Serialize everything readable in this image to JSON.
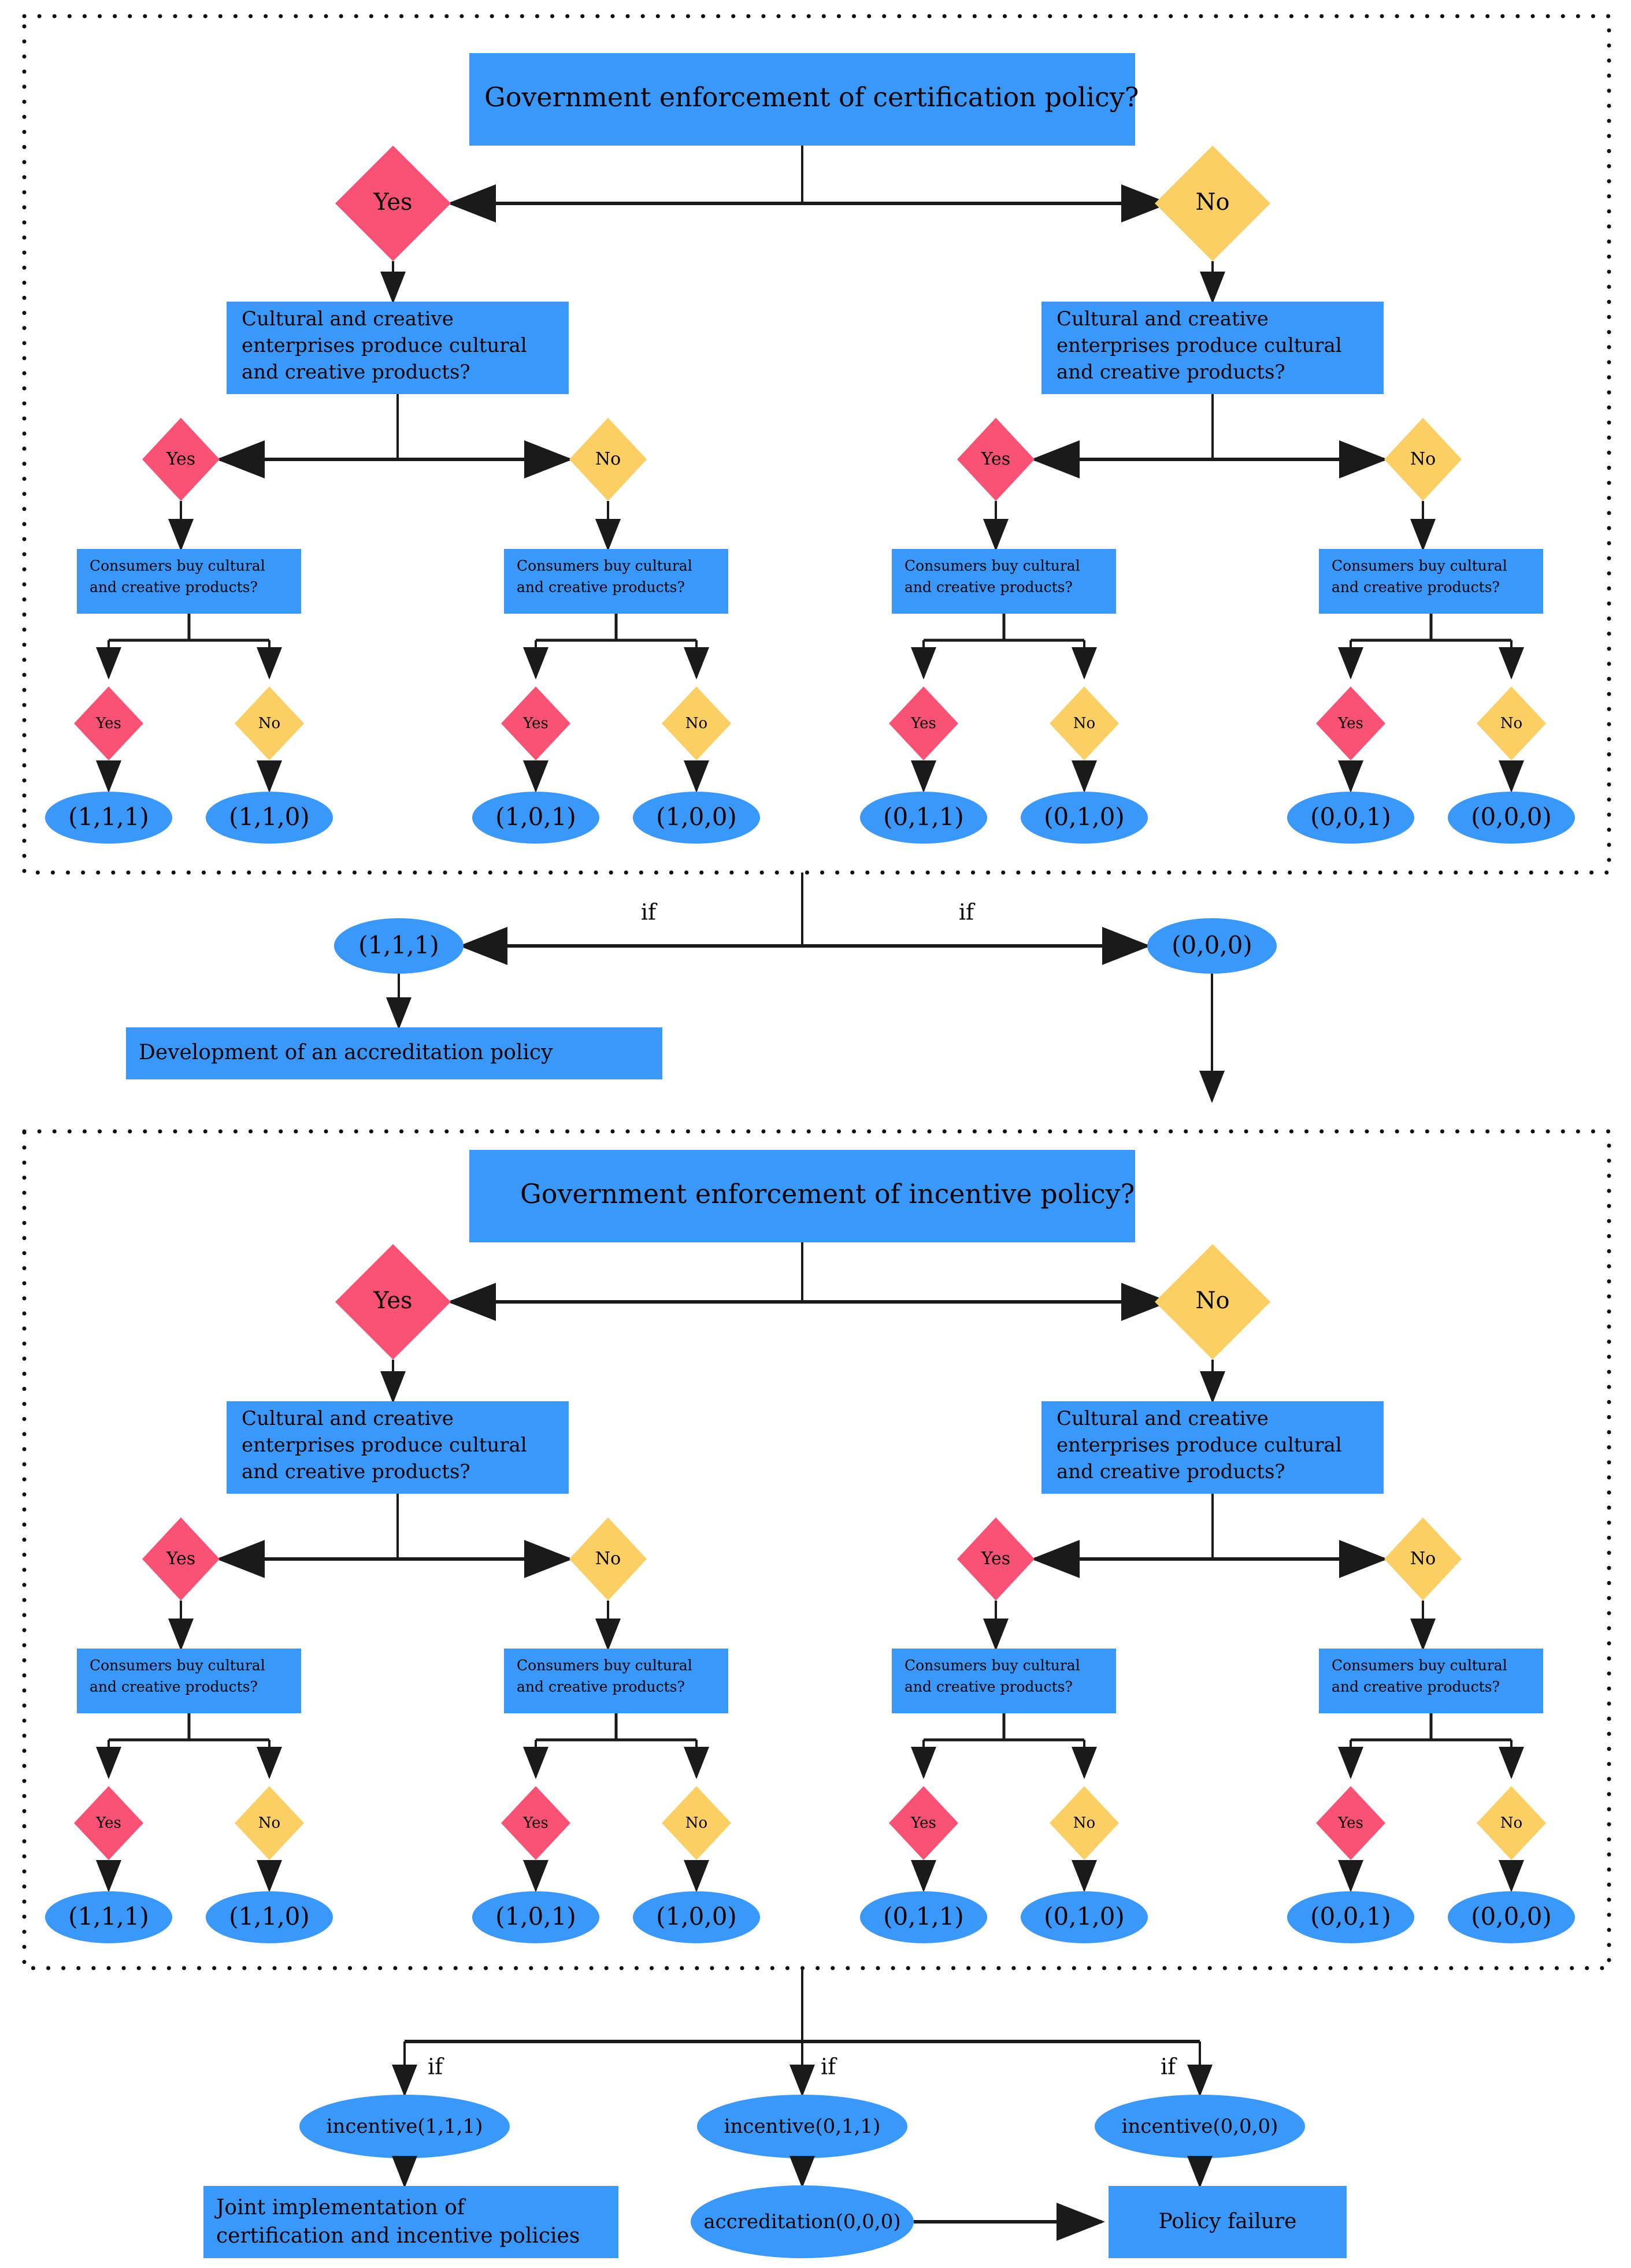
{
  "diagram": {
    "title_section1": "Government enforcement of certification policy?",
    "title_section2": "Government enforcement of incentive policy?",
    "question_enterprise": "Cultural and creative\nenterprises produce cultural\nand creative products?",
    "question_enterprise_l1": "Cultural and creative",
    "question_enterprise_l2": "enterprises produce cultural",
    "question_enterprise_l3": "and creative products?",
    "question_consumer_l1": "Consumers buy cultural",
    "question_consumer_l2": "and creative products?",
    "label_yes": "Yes",
    "label_no": "No",
    "label_if": "if",
    "colors": {
      "blue": "#3b98fb",
      "pink": "#fa5274",
      "yellow": "#fbcf63",
      "edge": "#1a1a1a",
      "border": "#111111"
    },
    "section1": {
      "name": "certification-policy-tree",
      "outcomes": [
        "(1,1,1)",
        "(1,1,0)",
        "(1,0,1)",
        "(1,0,0)",
        "(0,1,1)",
        "(0,1,0)",
        "(0,0,1)",
        "(0,0,0)"
      ],
      "branch_labels": [
        "Yes",
        "No"
      ],
      "leaf_labels": [
        "Yes",
        "No",
        "Yes",
        "No",
        "Yes",
        "No",
        "Yes",
        "No"
      ]
    },
    "middle": {
      "left_node": "(1,1,1)",
      "right_node": "(0,0,0)",
      "if_left": "if",
      "if_right": "if",
      "accreditation_box": "Development of an accreditation policy"
    },
    "section2": {
      "name": "incentive-policy-tree",
      "outcomes": [
        "(1,1,1)",
        "(1,1,0)",
        "(1,0,1)",
        "(1,0,0)",
        "(0,1,1)",
        "(0,1,0)",
        "(0,0,1)",
        "(0,0,0)"
      ],
      "branch_labels": [
        "Yes",
        "No"
      ],
      "leaf_labels": [
        "Yes",
        "No",
        "Yes",
        "No",
        "Yes",
        "No",
        "Yes",
        "No"
      ]
    },
    "footer": {
      "if_labels": [
        "if",
        "if",
        "if"
      ],
      "incentive_nodes": [
        "incentive(1,1,1)",
        "incentive(0,1,1)",
        "incentive(0,0,0)"
      ],
      "joint_box_l1": "Joint implementation of",
      "joint_box_l2": "certification and incentive policies",
      "accreditation_node": "accreditation(0,0,0)",
      "failure_box": "Policy failure"
    }
  }
}
